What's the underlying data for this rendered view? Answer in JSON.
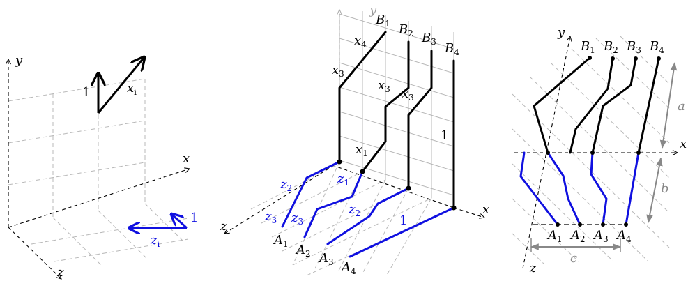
{
  "panel1": {
    "axis_y": "y",
    "axis_x": "x",
    "axis_z": "z",
    "label_one_black": "1",
    "label_xi": "x",
    "label_xi_sub": "i",
    "label_one_blue": "1",
    "label_zi": "z",
    "label_zi_sub": "i",
    "colors": {
      "primary": "#000000",
      "blue": "#1010e0",
      "grid": "#b8b8b8"
    }
  },
  "panel2": {
    "axis_y": "y",
    "axis_x": "x",
    "axis_z": "z",
    "top_labels": [
      {
        "base": "B",
        "sub": "1"
      },
      {
        "base": "B",
        "sub": "2"
      },
      {
        "base": "B",
        "sub": "3"
      },
      {
        "base": "B",
        "sub": "4"
      }
    ],
    "bottom_labels": [
      {
        "base": "A",
        "sub": "1"
      },
      {
        "base": "A",
        "sub": "2"
      },
      {
        "base": "A",
        "sub": "3"
      },
      {
        "base": "A",
        "sub": "4"
      }
    ],
    "black_labels": [
      {
        "base": "x",
        "sub": "4"
      },
      {
        "base": "x",
        "sub": "3"
      },
      {
        "base": "x",
        "sub": "3"
      },
      {
        "base": "x",
        "sub": "3"
      },
      {
        "base": "x",
        "sub": "1"
      },
      {
        "base": "1",
        "sub": ""
      }
    ],
    "blue_labels": [
      {
        "base": "z",
        "sub": "2"
      },
      {
        "base": "z",
        "sub": "1"
      },
      {
        "base": "z",
        "sub": "3"
      },
      {
        "base": "z",
        "sub": "3"
      },
      {
        "base": "z",
        "sub": "2"
      },
      {
        "base": "1",
        "sub": ""
      }
    ]
  },
  "panel3": {
    "axis_y": "y",
    "axis_x": "x",
    "axis_z": "z",
    "top_labels": [
      {
        "base": "B",
        "sub": "1"
      },
      {
        "base": "B",
        "sub": "2"
      },
      {
        "base": "B",
        "sub": "3"
      },
      {
        "base": "B",
        "sub": "4"
      }
    ],
    "bottom_labels": [
      {
        "base": "A",
        "sub": "1"
      },
      {
        "base": "A",
        "sub": "2"
      },
      {
        "base": "A",
        "sub": "3"
      },
      {
        "base": "A",
        "sub": "4"
      }
    ],
    "dim_a": "a",
    "dim_b": "b",
    "dim_c": "c"
  }
}
